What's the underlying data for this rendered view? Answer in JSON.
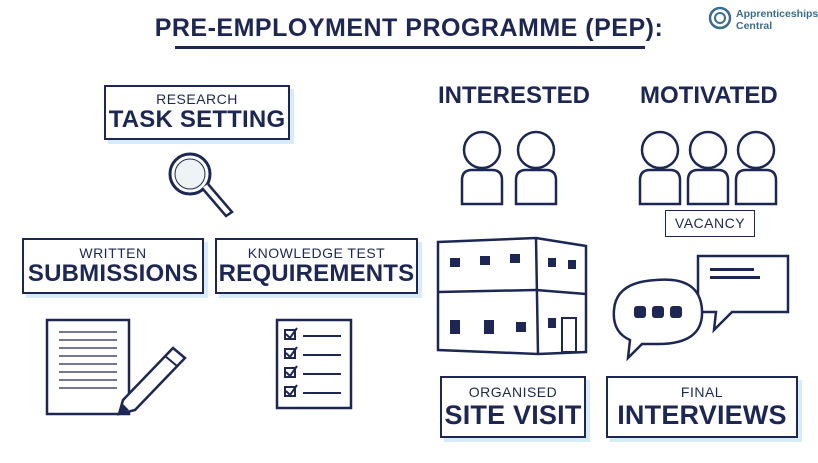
{
  "title": "PRE-EMPLOYMENT PROGRAMME (PEP):",
  "logo": {
    "line1": "Apprenticeships",
    "line2": "Central"
  },
  "cards": {
    "research": {
      "small": "RESEARCH",
      "big": "TASK SETTING"
    },
    "written": {
      "small": "WRITTEN",
      "big": "SUBMISSIONS"
    },
    "knowledge": {
      "small": "KNOWLEDGE TEST",
      "big": "REQUIREMENTS"
    },
    "site": {
      "small": "ORGANISED",
      "big": "SITE VISIT"
    },
    "final": {
      "small": "FINAL",
      "big": "INTERVIEWS"
    }
  },
  "headings": {
    "interested": "INTERESTED",
    "motivated": "MOTIVATED"
  },
  "vacancy": "VACANCY",
  "icons": [
    "magnifier-icon",
    "paper-pencil-icon",
    "checklist-icon",
    "people-icon",
    "building-icon",
    "speech-bubbles-icon"
  ],
  "colors": {
    "navy": "#1d2754",
    "shadow": "#d6ecf6",
    "logo": "#3a6d8c"
  }
}
